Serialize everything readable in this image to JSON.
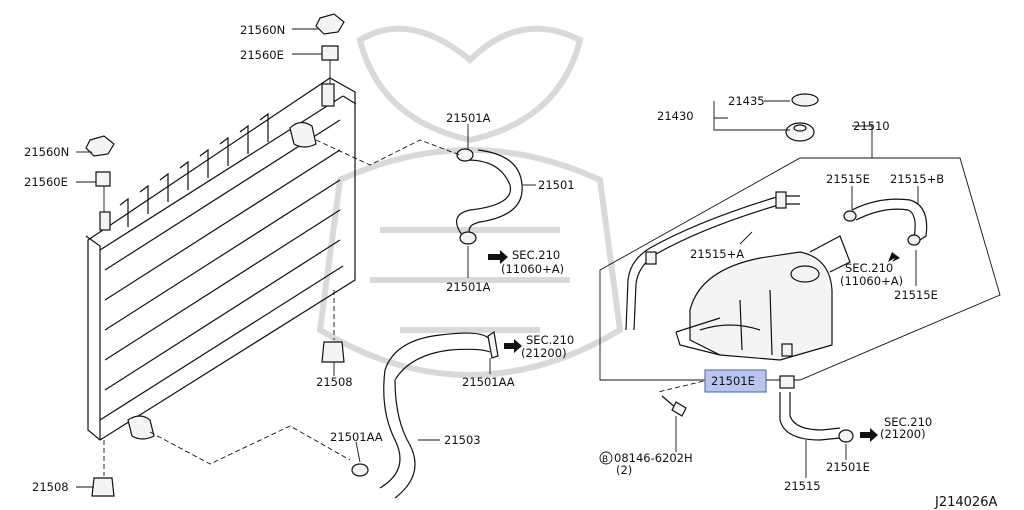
{
  "diagram_id": "J214026A",
  "callouts": {
    "p21560N_a": "21560N",
    "p21560E_a": "21560E",
    "p21560N_b": "21560N",
    "p21560E_b": "21560E",
    "p21501A_top": "21501A",
    "p21501": "21501",
    "sec210_mid": "SEC.210",
    "sec210_mid_ref": "(11060+A)",
    "p21501A_bot": "21501A",
    "p21508_mid": "21508",
    "sec210_low": "SEC.210",
    "sec210_low_ref": "(21200)",
    "p21501AA_a": "21501AA",
    "p21501AA_b": "21501AA",
    "p21503": "21503",
    "p21508_bot": "21508",
    "p21435": "21435",
    "p21430": "21430",
    "p21510": "21510",
    "p21515E_top": "21515E",
    "p21515B": "21515+B",
    "p21515A": "21515+A",
    "sec210_right": "SEC.210",
    "sec210_right_ref": "(11060+A)",
    "p21515E_right": "21515E",
    "p21501E_hl": "21501E",
    "bolt_code": "B",
    "bolt_part": "08146-6202H",
    "bolt_qty": "(2)",
    "sec210_br": "SEC.210",
    "sec210_br_ref": "(21200)",
    "p21501E_bot": "21501E",
    "p21515": "21515"
  },
  "colors": {
    "highlight": "#b8c6ef",
    "highlight_border": "#4a5fa8",
    "line": "#111111"
  }
}
